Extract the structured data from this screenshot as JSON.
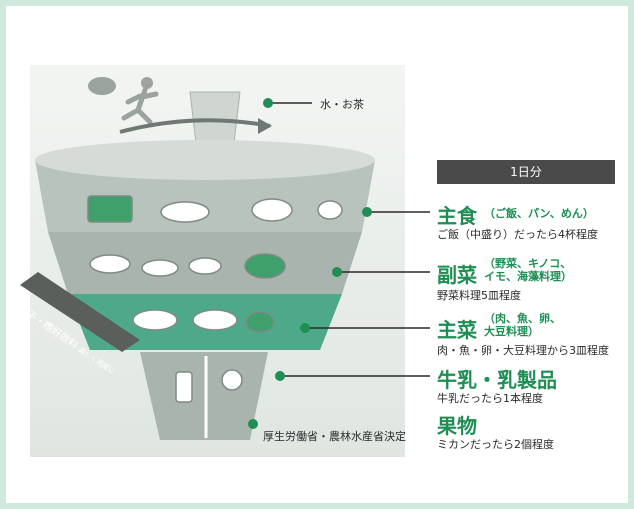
{
  "day_badge": "1日分",
  "water": "水・お茶",
  "snack_band": {
    "main": "菓子・嗜好飲料",
    "note": "楽しく適度に"
  },
  "categories": [
    {
      "name": "主食",
      "detail": "（ご飯、パン、めん）",
      "serving": "ご飯（中盛り）だったら4杯程度"
    },
    {
      "name": "副菜",
      "detail_line1": "（野菜、キノコ、",
      "detail_line2": "イモ、海藻料理）",
      "serving": "野菜料理5皿程度"
    },
    {
      "name": "主菜",
      "detail_line1": "（肉、魚、卵、",
      "detail_line2": "大豆料理）",
      "serving": "肉・魚・卵・大豆料理から3皿程度"
    },
    {
      "name": "牛乳・乳製品",
      "serving": "牛乳だったら1本程度"
    },
    {
      "name": "果物",
      "serving": "ミカンだったら2個程度"
    }
  ],
  "credit": "厚生労働省・農林水産省決定",
  "colors": {
    "accent": "#1f8e55",
    "frame": "#cfe9dd",
    "badge": "#4a4a4a"
  }
}
